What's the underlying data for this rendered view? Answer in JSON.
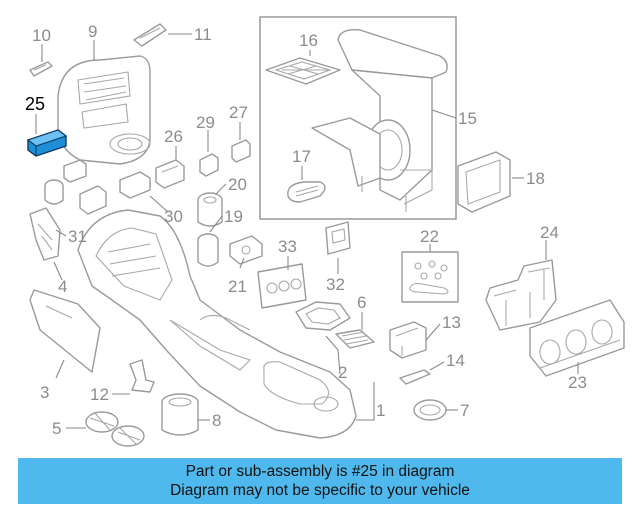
{
  "callouts": {
    "c1": "1",
    "c2": "2",
    "c3": "3",
    "c4": "4",
    "c5": "5",
    "c6": "6",
    "c7": "7",
    "c8": "8",
    "c9": "9",
    "c10": "10",
    "c11": "11",
    "c12": "12",
    "c13": "13",
    "c14": "14",
    "c15": "15",
    "c16": "16",
    "c17": "17",
    "c18": "18",
    "c19": "19",
    "c20": "20",
    "c21": "21",
    "c22": "22",
    "c23": "23",
    "c24": "24",
    "c25": "25",
    "c26": "26",
    "c27": "27",
    "c29": "29",
    "c30": "30",
    "c31": "31",
    "c32": "32",
    "c33": "33"
  },
  "highlight": {
    "part_number": "25",
    "color": "#1e8fd6"
  },
  "banner": {
    "line1": "Part or sub-assembly is #25 in diagram",
    "line2": "Diagram may not be specific to your vehicle",
    "background": "#4fb8ec"
  }
}
